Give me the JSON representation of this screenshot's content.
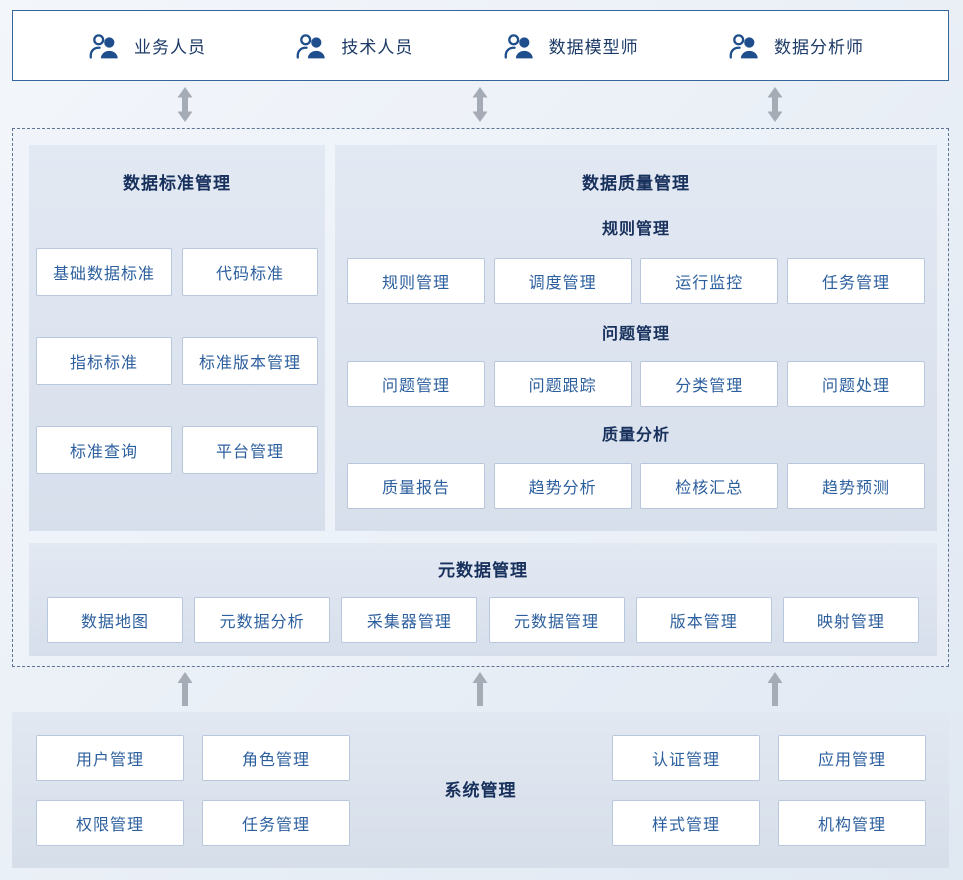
{
  "colors": {
    "accent_blue": "#2c5f9e",
    "title_navy": "#17305c",
    "top_bar_border": "#33669c",
    "panel_background": "#dbe2ee",
    "button_border": "#b9c7dc",
    "arrow_gray": "#a6acb6",
    "icon_blue": "#1f4e8c"
  },
  "roles": [
    "业务人员",
    "技术人员",
    "数据模型师",
    "数据分析师"
  ],
  "standard": {
    "title": "数据标准管理",
    "items": [
      "基础数据标准",
      "代码标准",
      "指标标准",
      "标准版本管理",
      "标准查询",
      "平台管理"
    ]
  },
  "quality": {
    "title": "数据质量管理",
    "groups": [
      {
        "title": "规则管理",
        "items": [
          "规则管理",
          "调度管理",
          "运行监控",
          "任务管理"
        ]
      },
      {
        "title": "问题管理",
        "items": [
          "问题管理",
          "问题跟踪",
          "分类管理",
          "问题处理"
        ]
      },
      {
        "title": "质量分析",
        "items": [
          "质量报告",
          "趋势分析",
          "检核汇总",
          "趋势预测"
        ]
      }
    ]
  },
  "metadata": {
    "title": "元数据管理",
    "items": [
      "数据地图",
      "元数据分析",
      "采集器管理",
      "元数据管理",
      "版本管理",
      "映射管理"
    ]
  },
  "system": {
    "title": "系统管理",
    "left_items": [
      "用户管理",
      "角色管理",
      "权限管理",
      "任务管理"
    ],
    "right_items": [
      "认证管理",
      "应用管理",
      "样式管理",
      "机构管理"
    ]
  }
}
